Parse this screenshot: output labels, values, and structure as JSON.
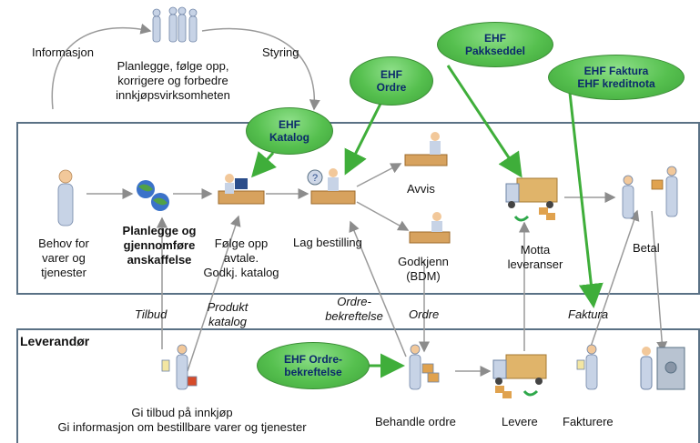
{
  "top": {
    "informasjon": "Informasjon",
    "styring": "Styring",
    "planning": [
      "Planlegge, følge opp,",
      "korrigere og forbedre",
      "innkjøpsvirksomheten"
    ]
  },
  "bubbles": {
    "katalog": [
      "EHF",
      "Katalog"
    ],
    "ordre": [
      "EHF",
      "Ordre"
    ],
    "pakkseddel": [
      "EHF",
      "Pakkseddel"
    ],
    "faktura": [
      "EHF Faktura",
      "EHF kreditnota"
    ],
    "ordrebekreftelse": [
      "EHF Ordre-",
      "bekreftelse"
    ]
  },
  "buyer": {
    "behov": [
      "Behov for",
      "varer og",
      "tjenester"
    ],
    "planlegge": [
      "Planlegge og",
      "gjennomføre",
      "anskaffelse"
    ],
    "folge": [
      "Følge opp",
      "avtale.",
      "Godkj. katalog"
    ],
    "lag": "Lag bestilling",
    "avvis": "Avvis",
    "godkjenn": [
      "Godkjenn",
      "(BDM)"
    ],
    "motta": [
      "Motta",
      "leveranser"
    ],
    "betal": "Betal"
  },
  "flows": {
    "tilbud": "Tilbud",
    "produkt": [
      "Produkt",
      "katalog"
    ],
    "ordrebekreftelse": [
      "Ordre-",
      "bekreftelse"
    ],
    "ordre": "Ordre",
    "faktura": "Faktura"
  },
  "supplier": {
    "title": "Leverandør",
    "gi": [
      "Gi tilbud på innkjøp",
      "Gi informasjon om bestillbare varer og tjenester"
    ],
    "behandle": "Behandle ordre",
    "levere": "Levere",
    "fakturere": "Fakturere"
  },
  "colors": {
    "accent_green": "#56c04f",
    "bubble_text": "#0b2a6b",
    "frame": "#5a7185",
    "arrow_gray": "#9a9a9a"
  }
}
